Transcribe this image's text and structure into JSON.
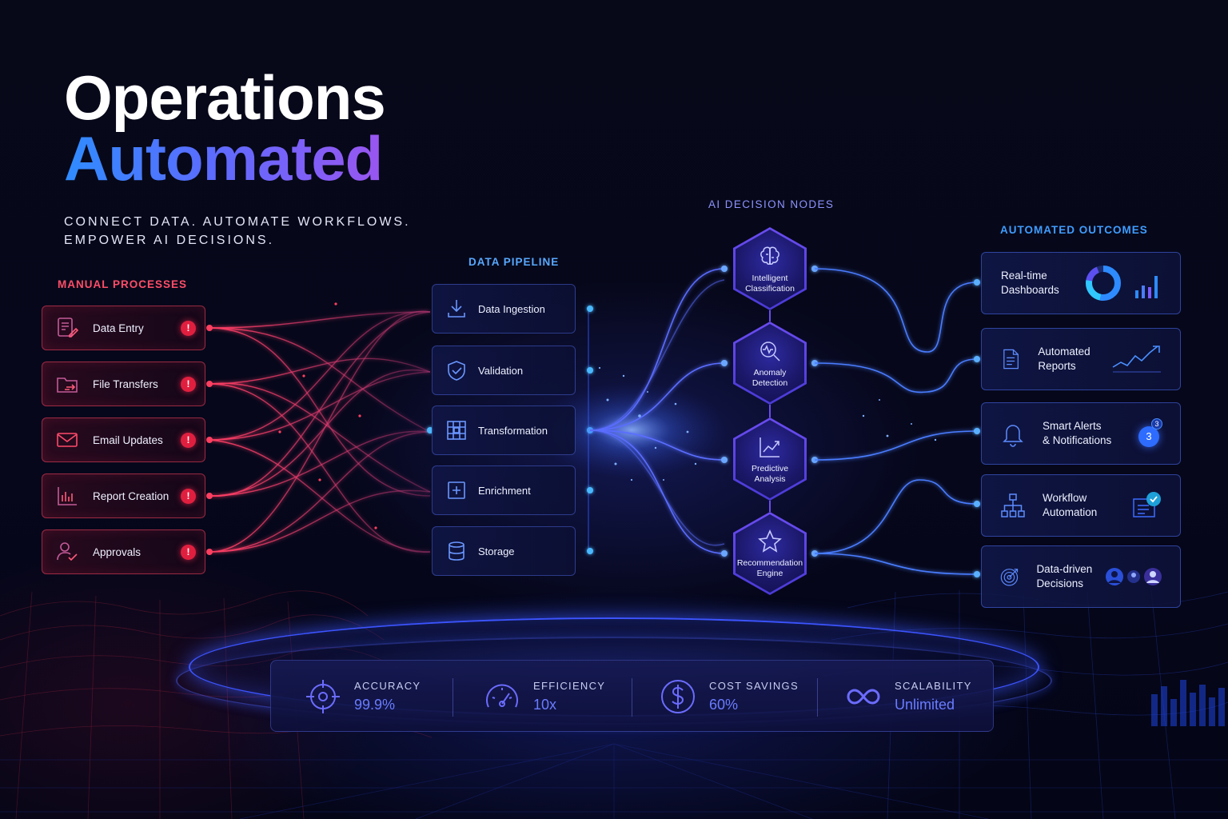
{
  "header": {
    "title_line1": "Operations",
    "title_line2": "Automated",
    "tagline_line1": "CONNECT DATA. AUTOMATE WORKFLOWS.",
    "tagline_line2": "EMPOWER AI DECISIONS."
  },
  "manual": {
    "label": "MANUAL PROCESSES",
    "items": [
      {
        "label": "Data Entry",
        "icon": "form-edit-icon",
        "warning": "!"
      },
      {
        "label": "File Transfers",
        "icon": "folder-transfer-icon",
        "warning": "!"
      },
      {
        "label": "Email Updates",
        "icon": "envelope-icon",
        "warning": "!"
      },
      {
        "label": "Report Creation",
        "icon": "bar-chart-icon",
        "warning": "!"
      },
      {
        "label": "Approvals",
        "icon": "user-check-icon",
        "warning": "!"
      }
    ]
  },
  "pipeline": {
    "label": "DATA PIPELINE",
    "items": [
      {
        "label": "Data Ingestion",
        "icon": "download-icon"
      },
      {
        "label": "Validation",
        "icon": "shield-check-icon"
      },
      {
        "label": "Transformation",
        "icon": "grid-transform-icon"
      },
      {
        "label": "Enrichment",
        "icon": "plus-square-icon"
      },
      {
        "label": "Storage",
        "icon": "database-icon"
      }
    ]
  },
  "ai": {
    "label": "AI DECISION NODES",
    "nodes": [
      {
        "line1": "Intelligent",
        "line2": "Classification",
        "icon": "brain-icon"
      },
      {
        "line1": "Anomaly",
        "line2": "Detection",
        "icon": "magnifier-pulse-icon"
      },
      {
        "line1": "Predictive",
        "line2": "Analysis",
        "icon": "trend-chart-icon"
      },
      {
        "line1": "Recommendation",
        "line2": "Engine",
        "icon": "star-icon"
      }
    ]
  },
  "outcomes": {
    "label": "AUTOMATED OUTCOMES",
    "items": [
      {
        "line1": "Real-time",
        "line2": "Dashboards",
        "icon": "donut-chart-icon"
      },
      {
        "line1": "Automated",
        "line2": "Reports",
        "icon": "document-icon"
      },
      {
        "line1": "Smart Alerts",
        "line2": "& Notifications",
        "icon": "bell-icon",
        "badge_main": "3",
        "badge_count": "3"
      },
      {
        "line1": "Workflow",
        "line2": "Automation",
        "icon": "org-chart-icon"
      },
      {
        "line1": "Data-driven",
        "line2": "Decisions",
        "icon": "target-icon"
      }
    ]
  },
  "metrics": [
    {
      "label": "ACCURACY",
      "value": "99.9%",
      "icon": "crosshair-icon"
    },
    {
      "label": "EFFICIENCY",
      "value": "10x",
      "icon": "speedometer-icon"
    },
    {
      "label": "COST SAVINGS",
      "value": "60%",
      "icon": "dollar-coin-icon"
    },
    {
      "label": "SCALABILITY",
      "value": "Unlimited",
      "icon": "infinity-icon"
    }
  ],
  "colors": {
    "manual_red": "#ff4d68",
    "pipeline_blue": "#58a8ff",
    "ai_purple": "#8e93ff",
    "outcome_blue": "#3f9dff",
    "background": "#05061a"
  }
}
